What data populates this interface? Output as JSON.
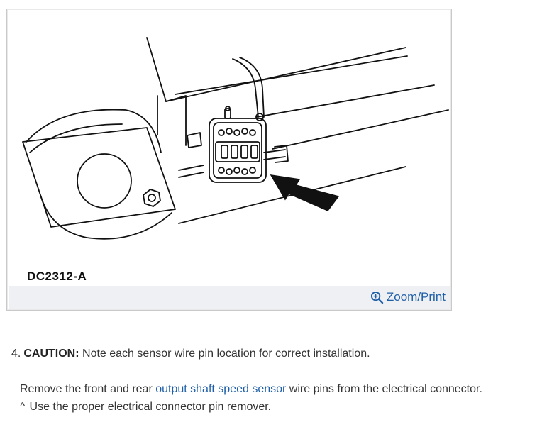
{
  "figure": {
    "code": "DC2312-A",
    "zoom_label": "Zoom/Print",
    "zoom_icon": "zoom-in-icon"
  },
  "step": {
    "number": "4.",
    "caution_label": "CAUTION:",
    "caution_text": " Note each sensor wire pin location for correct installation.",
    "instruction_before": "Remove the front and rear ",
    "instruction_link": "output shaft speed sensor",
    "instruction_after": " wire pins from the electrical connector.",
    "sub_marker": "^",
    "sub_text": "Use the proper electrical connector pin remover."
  },
  "colors": {
    "link": "#1f5fa8",
    "footer_bg": "#eef0f3",
    "text": "#333333"
  }
}
